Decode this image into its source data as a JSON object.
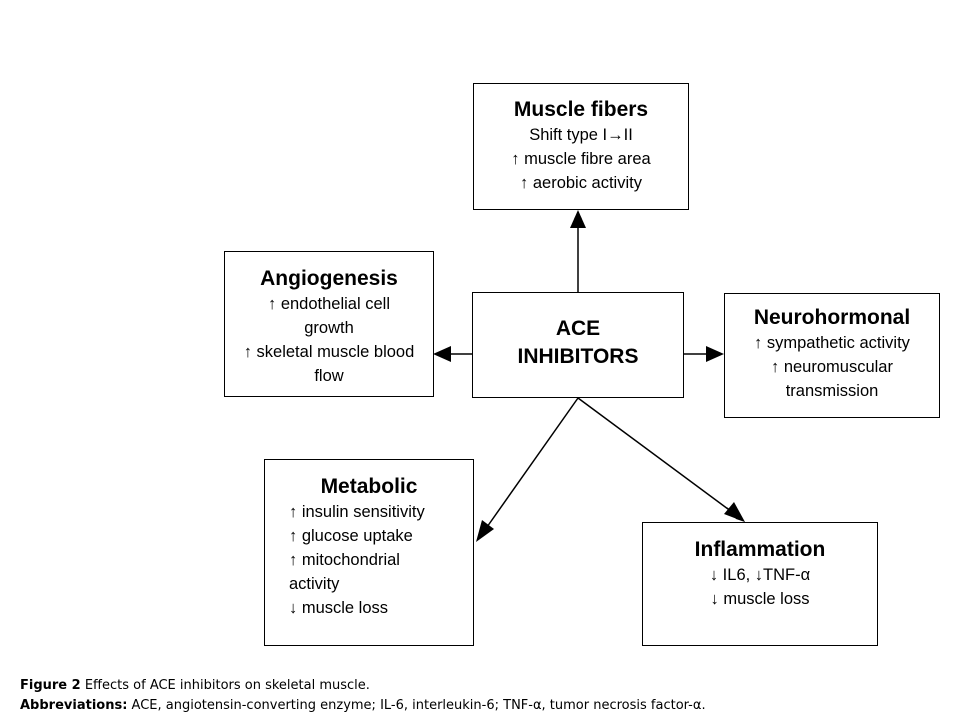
{
  "center": {
    "title_line1": "ACE",
    "title_line2": "INHIBITORS"
  },
  "muscle_fibers": {
    "title": "Muscle fibers",
    "lines": [
      "Shift type I→II",
      "↑ muscle fibre area",
      "↑ aerobic activity"
    ]
  },
  "angiogenesis": {
    "title": "Angiogenesis",
    "lines": [
      "↑ endothelial cell",
      "growth",
      "↑ skeletal muscle blood",
      "flow"
    ]
  },
  "neurohormonal": {
    "title": "Neurohormonal",
    "lines": [
      "↑ sympathetic activity",
      "↑ neuromuscular",
      "transmission"
    ]
  },
  "metabolic": {
    "title": "Metabolic",
    "lines": [
      "↑ insulin sensitivity",
      "↑ glucose uptake",
      "↑ mitochondrial",
      "activity",
      "↓ muscle loss"
    ]
  },
  "inflammation": {
    "title": "Inflammation",
    "lines": [
      "↓ IL6, ↓TNF-α",
      "↓ muscle loss"
    ]
  },
  "caption": {
    "figure_label": "Figure 2",
    "figure_text": " Effects of ACE inhibitors on skeletal muscle.",
    "abbrev_label": "Abbreviations:",
    "abbrev_text": " ACE, angiotensin-converting enzyme; IL-6, interleukin-6; TNF-α, tumor necrosis factor-α."
  }
}
